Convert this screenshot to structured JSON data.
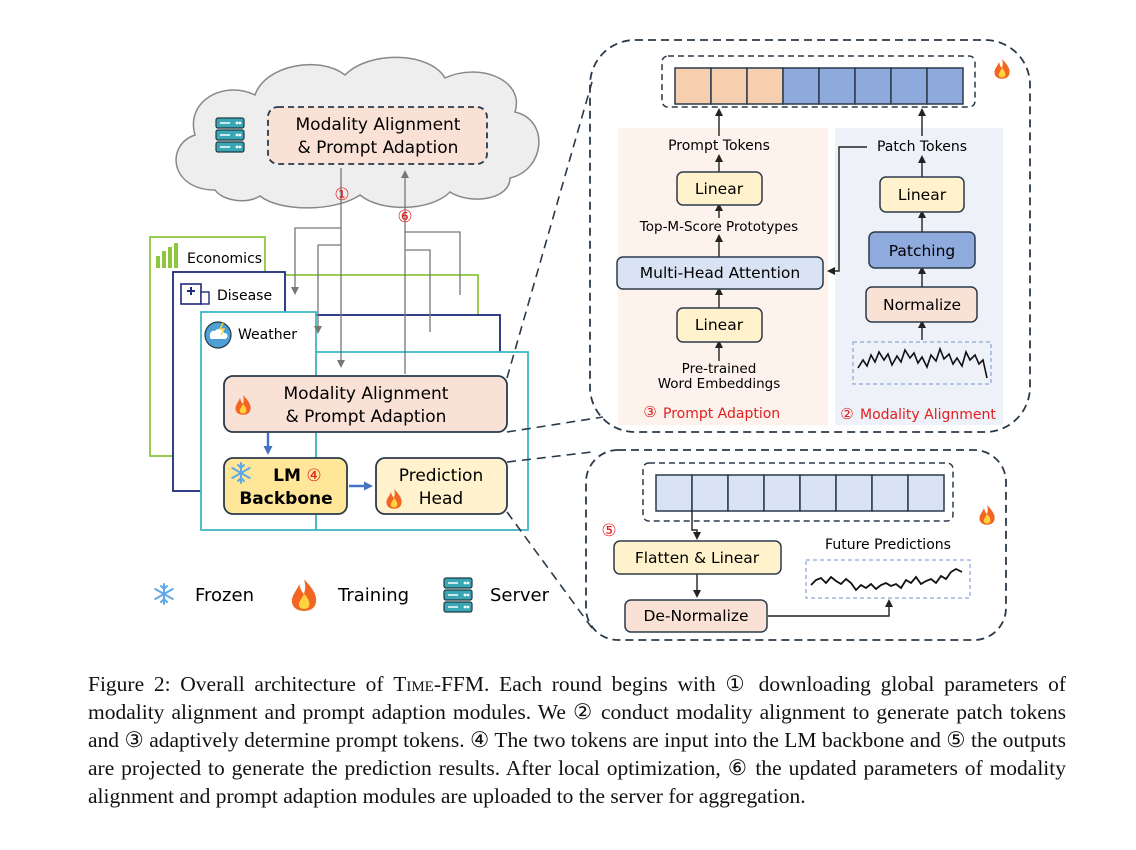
{
  "cloud": {
    "module_line1": "Modality Alignment",
    "module_line2": "& Prompt Adaption"
  },
  "steps": {
    "s1": "①",
    "s2": "②",
    "s3": "③",
    "s4": "④",
    "s5": "⑤",
    "s6": "⑥"
  },
  "clients": {
    "economics": "Economics",
    "disease": "Disease",
    "weather": "Weather"
  },
  "client_modules": {
    "alignment_line1": "Modality Alignment",
    "alignment_line2": "& Prompt Adaption",
    "lm_line1": "LM",
    "lm_line2": "Backbone",
    "pred_line1": "Prediction",
    "pred_line2": "Head"
  },
  "legend": {
    "frozen": "Frozen",
    "training": "Training",
    "server": "Server"
  },
  "detail_top": {
    "prompt_tokens": "Prompt Tokens",
    "patch_tokens": "Patch Tokens",
    "linear_top": "Linear",
    "top_m": "Top-M-Score Prototypes",
    "mha": "Multi-Head Attention",
    "linear_bottom": "Linear",
    "pretrained_line1": "Pre-trained",
    "pretrained_line2": "Word Embeddings",
    "linear_patch": "Linear",
    "patching": "Patching",
    "normalize": "Normalize",
    "prompt_adaption": "Prompt Adaption",
    "modality_alignment": "Modality Alignment"
  },
  "detail_bottom": {
    "flatten": "Flatten & Linear",
    "denorm": "De-Normalize",
    "future": "Future Predictions"
  },
  "colors": {
    "prompt_token": "#f6cfae",
    "patch_token": "#8ea9db",
    "module_fill": "#f9e1d6",
    "linear_fill": "#fff2cc",
    "mha_fill": "#dae3f3",
    "patching_fill": "#8faadc",
    "lm_fill": "#ffe699",
    "accent_red": "#e02020",
    "client_econ": "#8dc63f",
    "client_disease": "#1f2a7a",
    "client_weather": "#41b6c4"
  },
  "caption": {
    "prefix": "Figure 2: Overall architecture of ",
    "model": "Time-FFM",
    "text": ". Each round begins with ① downloading global parameters of modality alignment and prompt adaption modules. We ② conduct modality alignment to generate patch tokens and ③ adaptively determine prompt tokens. ④ The two tokens are input into the LM backbone and ⑤ the outputs are projected to generate the prediction results. After local optimization, ⑥ the updated parameters of modality alignment and prompt adaption modules are uploaded to the server for aggregation."
  }
}
